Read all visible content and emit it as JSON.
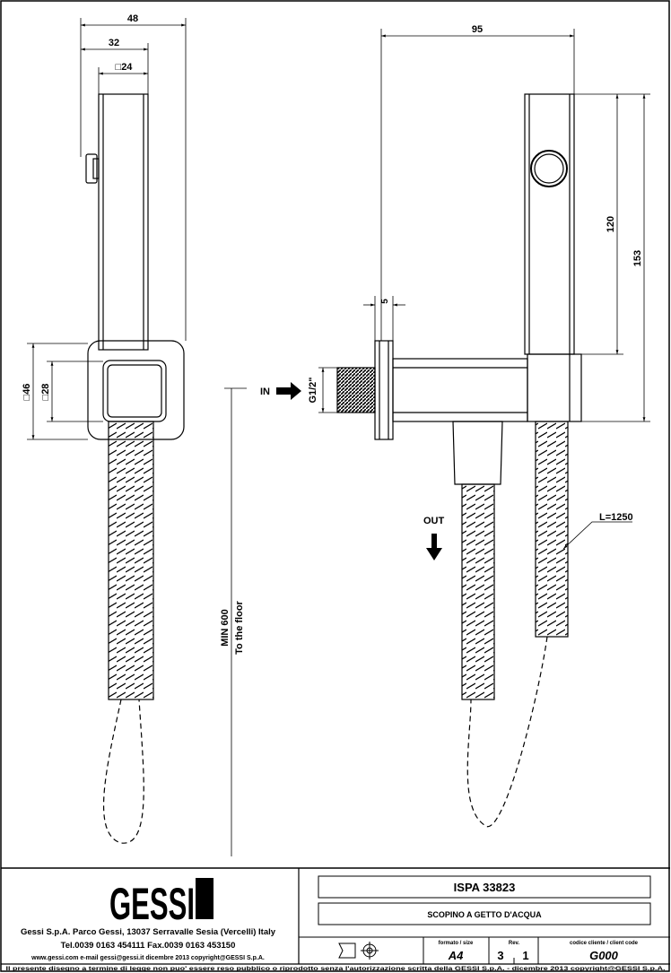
{
  "dimensions": {
    "width_48": "48",
    "width_32": "32",
    "square_24": "□24",
    "square_46": "□46",
    "square_28": "□28",
    "depth_95": "95",
    "plate_5": "5",
    "height_120": "120",
    "height_153": "153",
    "thread": "G1/2\"",
    "min_height": "MIN 600",
    "to_floor": "To the floor",
    "hose_length": "L=1250"
  },
  "labels": {
    "inlet": "IN",
    "outlet": "OUT"
  },
  "title_block": {
    "logo": "GESSI",
    "company_line1": "Gessi S.p.A. Parco Gessi, 13037 Serravalle Sesia (Vercelli) Italy",
    "company_line2": "Tel.0039 0163 454111 Fax.0039 0163 453150",
    "company_line3": "www.gessi.com e-mail gessi@gessi.it dicembre 2013 copyright@GESSI S.p.A.",
    "product_code": "ISPA 33823",
    "product_name": "SCOPINO A GETTO D'ACQUA",
    "format_label": "formato / size",
    "format_value": "A4",
    "rev_label": "Rev.",
    "rev_major": "3",
    "rev_minor": "1",
    "client_code_label": "codice cliente / client code",
    "client_code_value": "G000",
    "disclaimer": "Il presente disegno a termine di legge non puo' essere reso pubblico o riprodotto senza l'autorizzazione scritta della GESSI S.p.A. - dicembre 2013 copyright@GESSI S.p.A."
  }
}
